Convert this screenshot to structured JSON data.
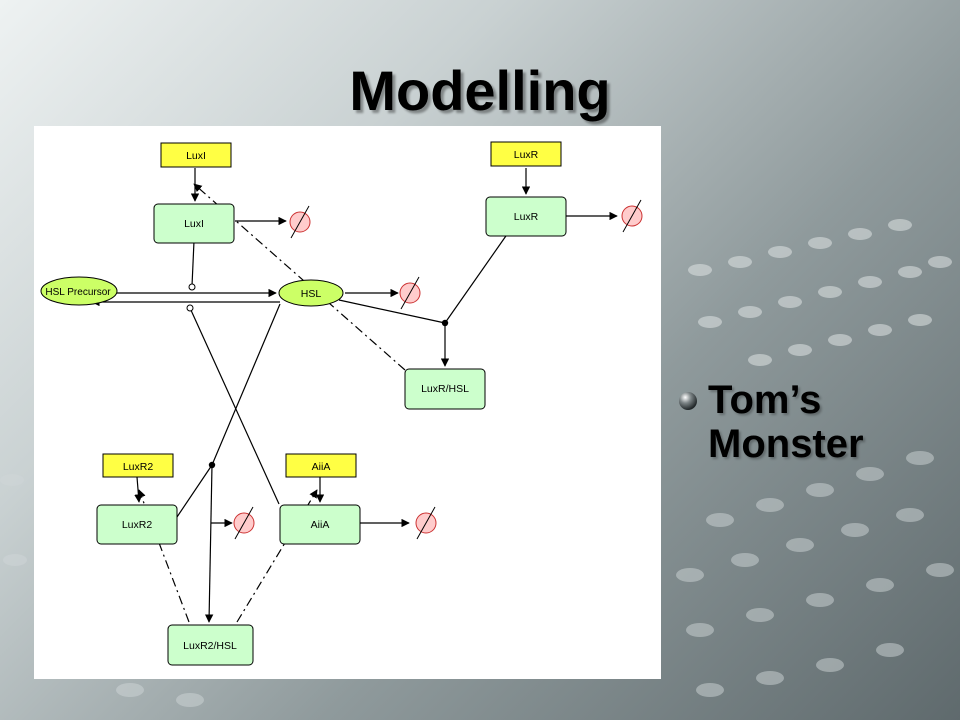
{
  "slide": {
    "title": "Modelling",
    "bullets": [
      "Tom’s Monster"
    ],
    "bg_accent": "#9aa3a4"
  },
  "diagram": {
    "genes": {
      "luxi": "LuxI",
      "luxr": "LuxR",
      "luxr2": "LuxR2",
      "aiia": "AiiA"
    },
    "proteins": {
      "luxi": "LuxI",
      "luxr": "LuxR",
      "luxr2": "LuxR2",
      "aiia": "AiiA"
    },
    "complexes": {
      "luxr_hsl": "LuxR/HSL",
      "luxr2_hsl": "LuxR2/HSL"
    },
    "species": {
      "hsl_precursor": "HSL Precursor",
      "hsl": "HSL"
    },
    "colors": {
      "gene_fill": "#ffff44",
      "protein_fill": "#ccffcc",
      "species_fill": "#ccff66",
      "degrade_fill": "#ffcccc",
      "degrade_stroke": "#cc3333"
    }
  }
}
